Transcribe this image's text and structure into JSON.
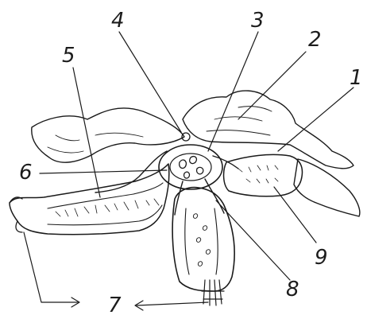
{
  "labels": {
    "l1": "1",
    "l2": "2",
    "l3": "3",
    "l4": "4",
    "l5": "5",
    "l6": "6",
    "l7": "7",
    "l8": "8",
    "l9": "9"
  },
  "colors": {
    "ink": "#1a1a1a",
    "paper": "#ffffff"
  }
}
